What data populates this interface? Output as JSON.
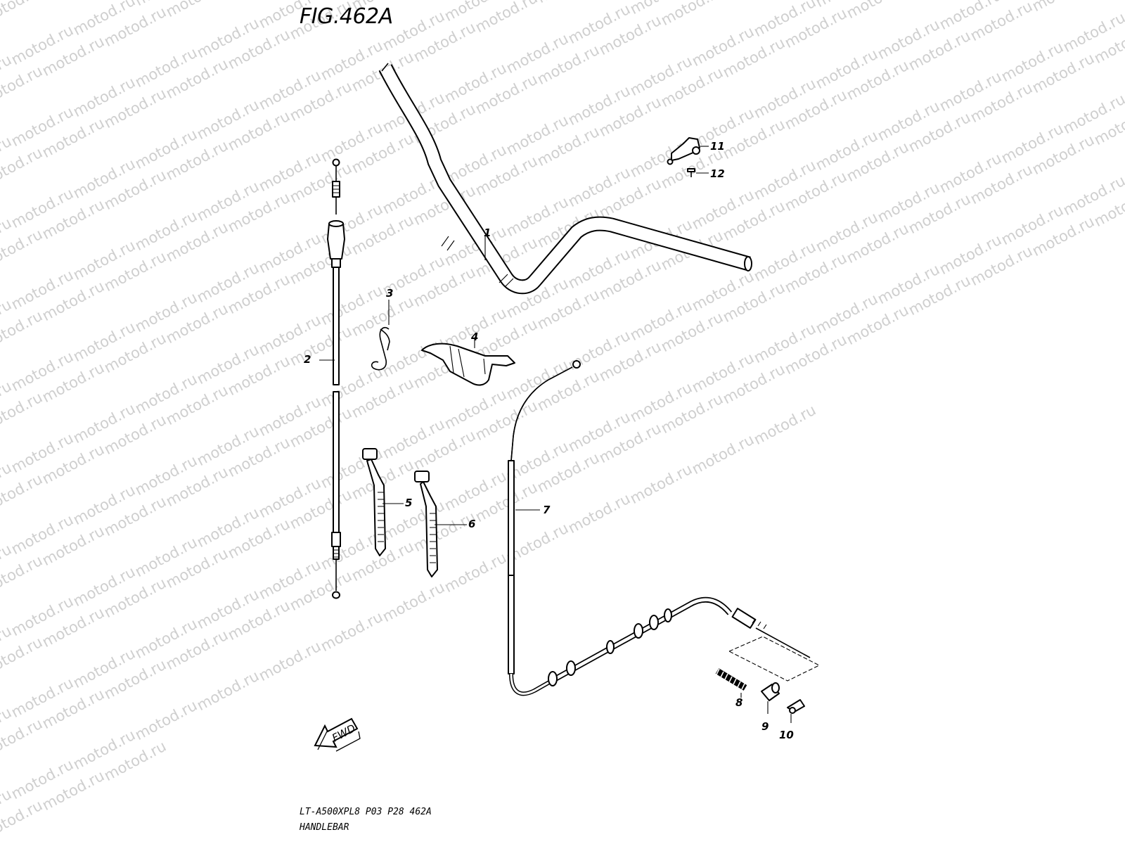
{
  "watermark": "motod.ru",
  "figure": {
    "title": "FIG.462A"
  },
  "callouts": [
    {
      "id": "c1",
      "label": "1",
      "part": "handlebar"
    },
    {
      "id": "c2",
      "label": "2",
      "part": "cable-left"
    },
    {
      "id": "c3",
      "label": "3",
      "part": "spring-clip"
    },
    {
      "id": "c4",
      "label": "4",
      "part": "holder-clamp"
    },
    {
      "id": "c5",
      "label": "5",
      "part": "cable-tie"
    },
    {
      "id": "c6",
      "label": "6",
      "part": "cable-tie"
    },
    {
      "id": "c7",
      "label": "7",
      "part": "cable-right"
    },
    {
      "id": "c8",
      "label": "8",
      "part": "spring"
    },
    {
      "id": "c9",
      "label": "9",
      "part": "collar"
    },
    {
      "id": "c10",
      "label": "10",
      "part": "clip"
    },
    {
      "id": "c11",
      "label": "11",
      "part": "bracket"
    },
    {
      "id": "c12",
      "label": "12",
      "part": "screw"
    }
  ],
  "direction_marker": {
    "label": "FWD"
  },
  "footer": {
    "model_line": "LT-A500XPL8 P03 P28 462A",
    "caption": "HANDLEBAR"
  }
}
